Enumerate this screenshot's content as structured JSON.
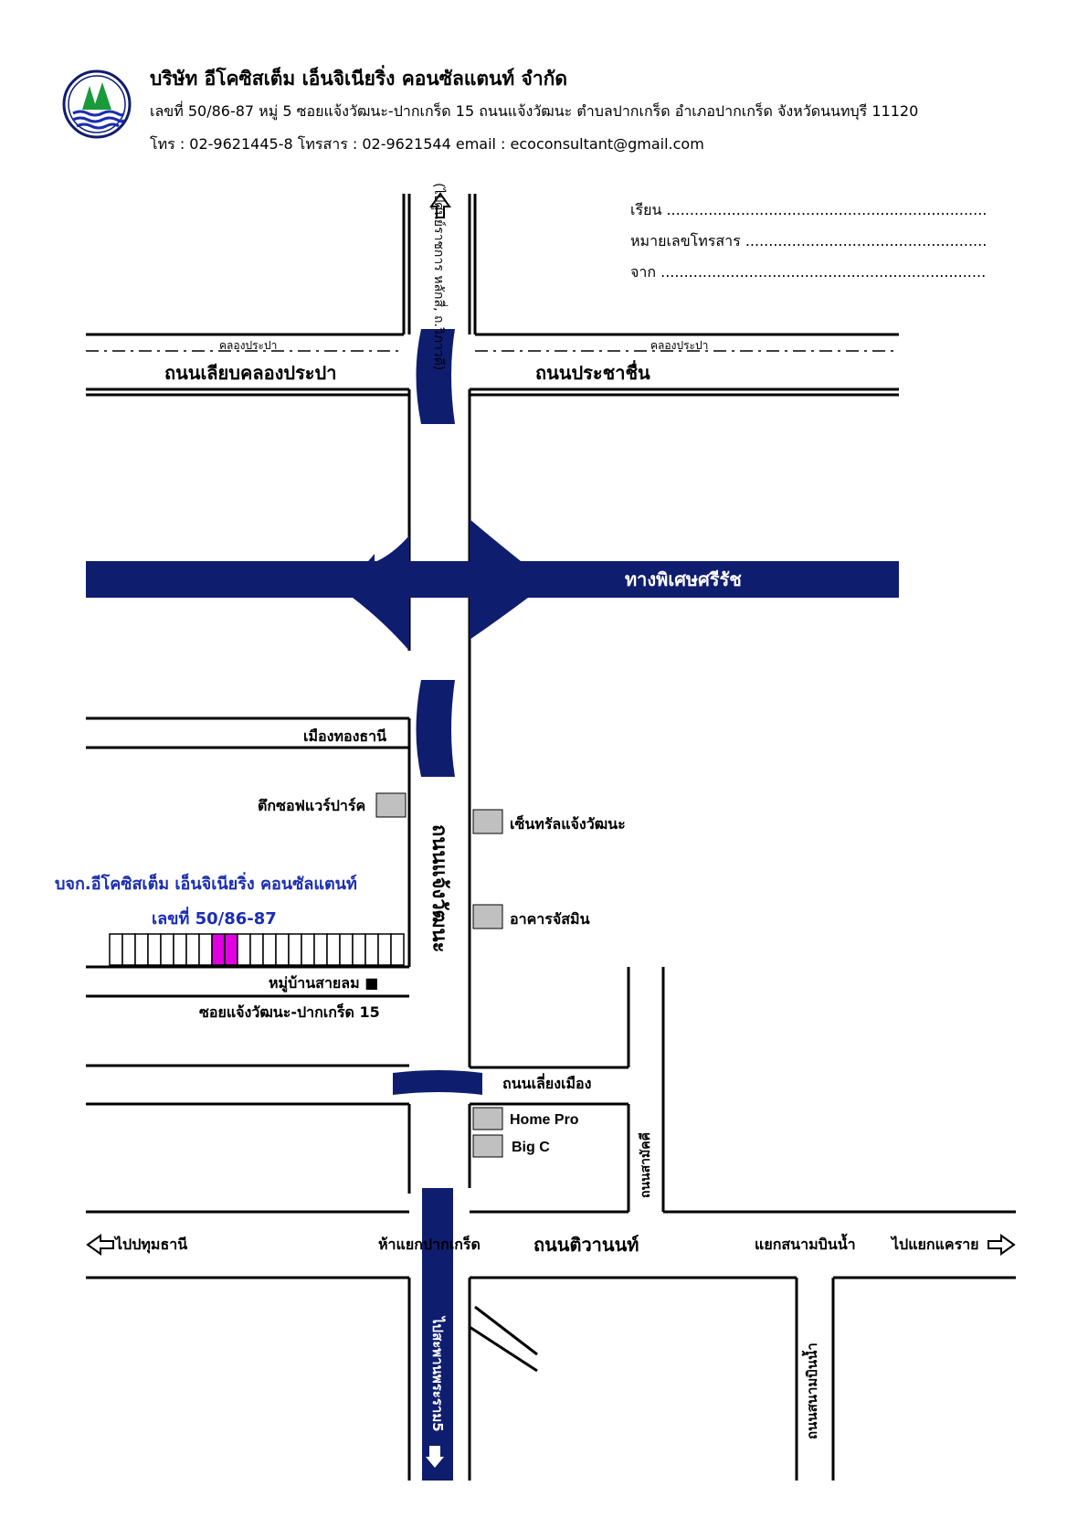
{
  "header": {
    "company_name": "บริษัท อีโคซิสเต็ม เอ็นจิเนียริ่ง คอนซัลแตนท์ จำกัด",
    "address": "เลขที่ 50/86-87 หมู่ 5 ซอยแจ้งวัฒนะ-ปากเกร็ด 15 ถนนแจ้งวัฒนะ ตำบลปากเกร็ด อำเภอปากเกร็ด จังหวัดนนทบุรี 11120",
    "contact": "โทร : 02-9621445-8 โทรสาร : 02-9621544 email : ecoconsultant@gmail.com"
  },
  "fax_form": {
    "to": "เรียน .........................................................................................",
    "fax_number": "หมายเลขโทรสาร .......................................................................",
    "from": "จาก ..........................................................................................."
  },
  "map": {
    "canal_label_left": "คลองประปา",
    "canal_label_right": "คลองประปา",
    "road_left_top": "ถนนเลียบคลองประปา",
    "road_right_top": "ถนนประชาชื่น",
    "to_north": "(ไปศูนย์ราชการ หลักสี่, ถ.วิภาวดี)",
    "expressway": "ทางพิเศษศรีรัช",
    "mueang_thong": "เมืองทองธานี",
    "tuk_software": "ตึกซอฟแวร์ปาร์ค",
    "central": "เซ็นทรัลแจ้งวัฒนะ",
    "main_road": "ถนนแจ้งวัฒนะ",
    "company_short": "บจก.อีโคซิสเต็ม เอ็นจิเนียริ่ง คอนซัลแตนท์",
    "company_number": "เลขที่ 50/86-87",
    "jasmine": "อาคารจัสมิน",
    "village": "หมู่บ้านสายลม ■",
    "soi": "ซอยแจ้งวัฒนะ-ปากเกร็ด 15",
    "bypass": "ถนนเลี่ยงเมือง",
    "home_pro": "Home Pro",
    "big_c": "Big C",
    "samakkhi": "ถนนสามัคคี",
    "to_pathum": "ไปปทุมธานี",
    "pak_kret_junction": "ห้าแยกปากเกร็ด",
    "tiwanon": "ถนนติวานนท์",
    "sanam_bin_nam_junction": "แยกสนามบินน้ำ",
    "to_khae_rai": "ไปแยกแคราย",
    "sanam_bin_nam_road": "ถนนสนามบินน้ำ",
    "to_rama5": "ไปสะพานพระราม5"
  },
  "colors": {
    "road_blue": "#0f1d6e",
    "company_blue": "#1a2db3",
    "highlight": "#e000e0",
    "building_gray": "#c0c0c0"
  }
}
